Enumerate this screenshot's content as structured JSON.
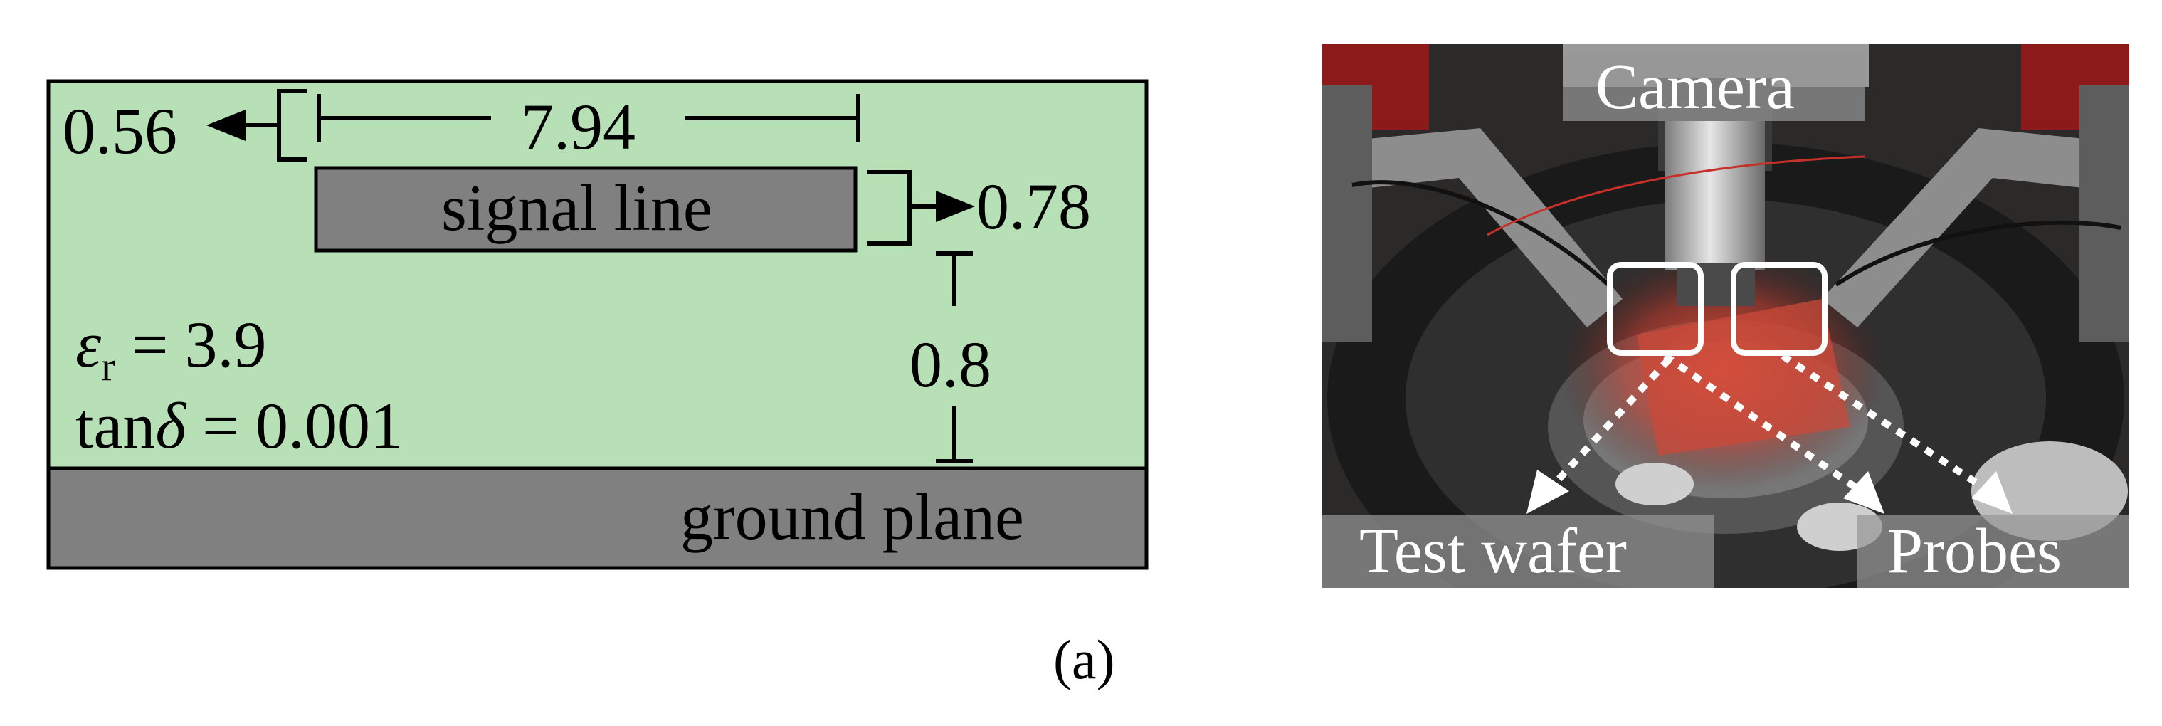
{
  "diagram": {
    "dim_left_gap": "0.56",
    "dim_width": "7.94",
    "dim_right_gap": "0.78",
    "dim_height": "0.8",
    "signal_line_label": "signal line",
    "ground_plane_label": "ground plane",
    "eps_symbol": "ε",
    "eps_subscript": "r",
    "eps_value": " = 3.9",
    "tan_prefix": "tan",
    "tan_symbol": "δ",
    "tan_value": " = 0.001",
    "colors": {
      "substrate": "#b8e0b6",
      "metal": "#808080",
      "outline": "#000000"
    }
  },
  "photo": {
    "camera_label": "Camera",
    "wafer_label": "Test wafer",
    "probes_label": "Probes"
  },
  "caption": "(a)"
}
